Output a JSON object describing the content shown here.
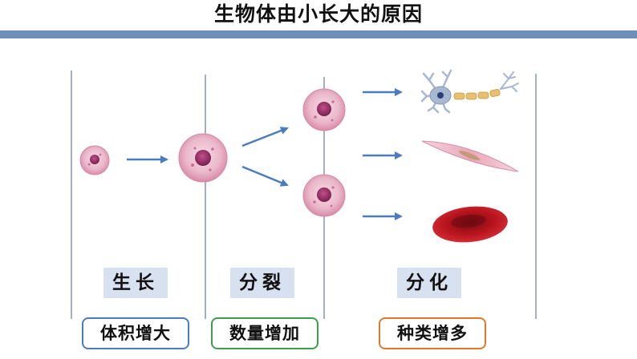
{
  "title": "生物体由小长大的原因",
  "stages": [
    {
      "label": "生长",
      "result": "体积增大"
    },
    {
      "label": "分裂",
      "result": "数量增加"
    },
    {
      "label": "分化",
      "result": "种类增多"
    }
  ],
  "colors": {
    "title_bar": "#6f8fbb",
    "divider": "#6a85b0",
    "arrow": "#4a7cc0",
    "stage_label_bg": "#d7e1ef",
    "cell_fill": "#eab8ca",
    "cell_nucleus": "#8e2a5c",
    "box_growth": "#4a7cc0",
    "box_division": "#3aa04a",
    "box_differentiation": "#e07a2a",
    "red_blood_cell": "#c81e28",
    "muscle_cell": "#f0c2cf",
    "neuron": "#a7b8d0",
    "axon_sheath": "#e6c070"
  },
  "icons": [
    "small-cell-icon",
    "grown-cell-icon",
    "daughter-cell-icon",
    "neuron-icon",
    "muscle-cell-icon",
    "red-blood-cell-icon",
    "arrow-icon"
  ]
}
